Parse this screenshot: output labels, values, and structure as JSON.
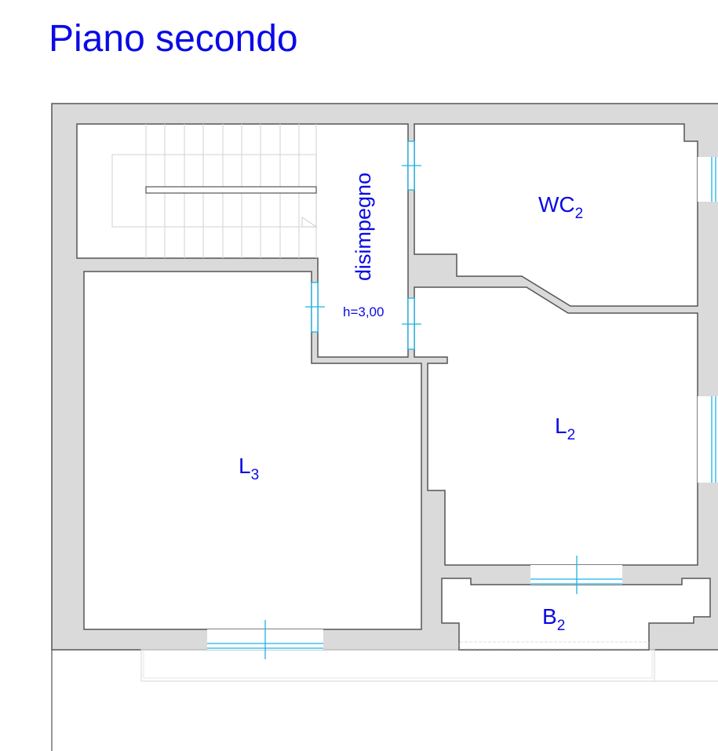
{
  "title": "Piano secondo",
  "rooms": {
    "disimpegno": {
      "name": "disimpegno",
      "height_label": "h=3,00"
    },
    "wc": {
      "name": "WC",
      "sub": "2"
    },
    "l2": {
      "name": "L",
      "sub": "2"
    },
    "l3": {
      "name": "L",
      "sub": "3"
    },
    "b2": {
      "name": "B",
      "sub": "2"
    }
  },
  "colors": {
    "label": "#0a0ae6",
    "wall": "#dadada",
    "window": "#1ab4e6"
  }
}
